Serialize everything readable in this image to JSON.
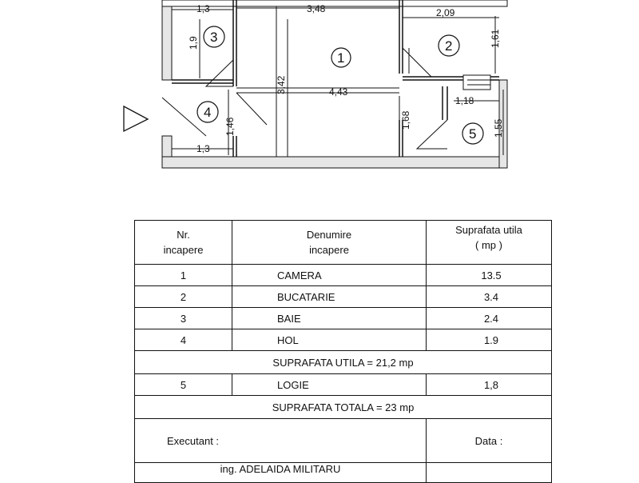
{
  "plan": {
    "dimensions": {
      "d1": "1,3",
      "d2": "3,48",
      "d3": "2,09",
      "d4": "1,9",
      "d5": "1,61",
      "d6": "3,42",
      "d7": "4,43",
      "d8": "1,18",
      "d9": "1,46",
      "d10": "1,68",
      "d11": "1,55",
      "d12": "1,3"
    },
    "rooms": [
      "1",
      "2",
      "3",
      "4",
      "5"
    ]
  },
  "table": {
    "header": {
      "nr_line1": "Nr.",
      "nr_line2": "incapere",
      "name_line1": "Denumire",
      "name_line2": "incapere",
      "area_line1": "Suprafata utila",
      "area_line2": "( mp )"
    },
    "rooms": [
      {
        "nr": "1",
        "name": "CAMERA",
        "area": "13.5"
      },
      {
        "nr": "2",
        "name": "BUCATARIE",
        "area": "3.4"
      },
      {
        "nr": "3",
        "name": "BAIE",
        "area": "2.4"
      },
      {
        "nr": "4",
        "name": "HOL",
        "area": "1.9"
      }
    ],
    "useful_total": "SUPRAFATA UTILA = 21,2 mp",
    "loggia": {
      "nr": "5",
      "name": "LOGIE",
      "area": "1,8"
    },
    "grand_total": "SUPRAFATA TOTALA = 23 mp",
    "executant_label": "Executant :",
    "date_label": "Data :",
    "author": "ing. ADELAIDA MILITARU"
  }
}
